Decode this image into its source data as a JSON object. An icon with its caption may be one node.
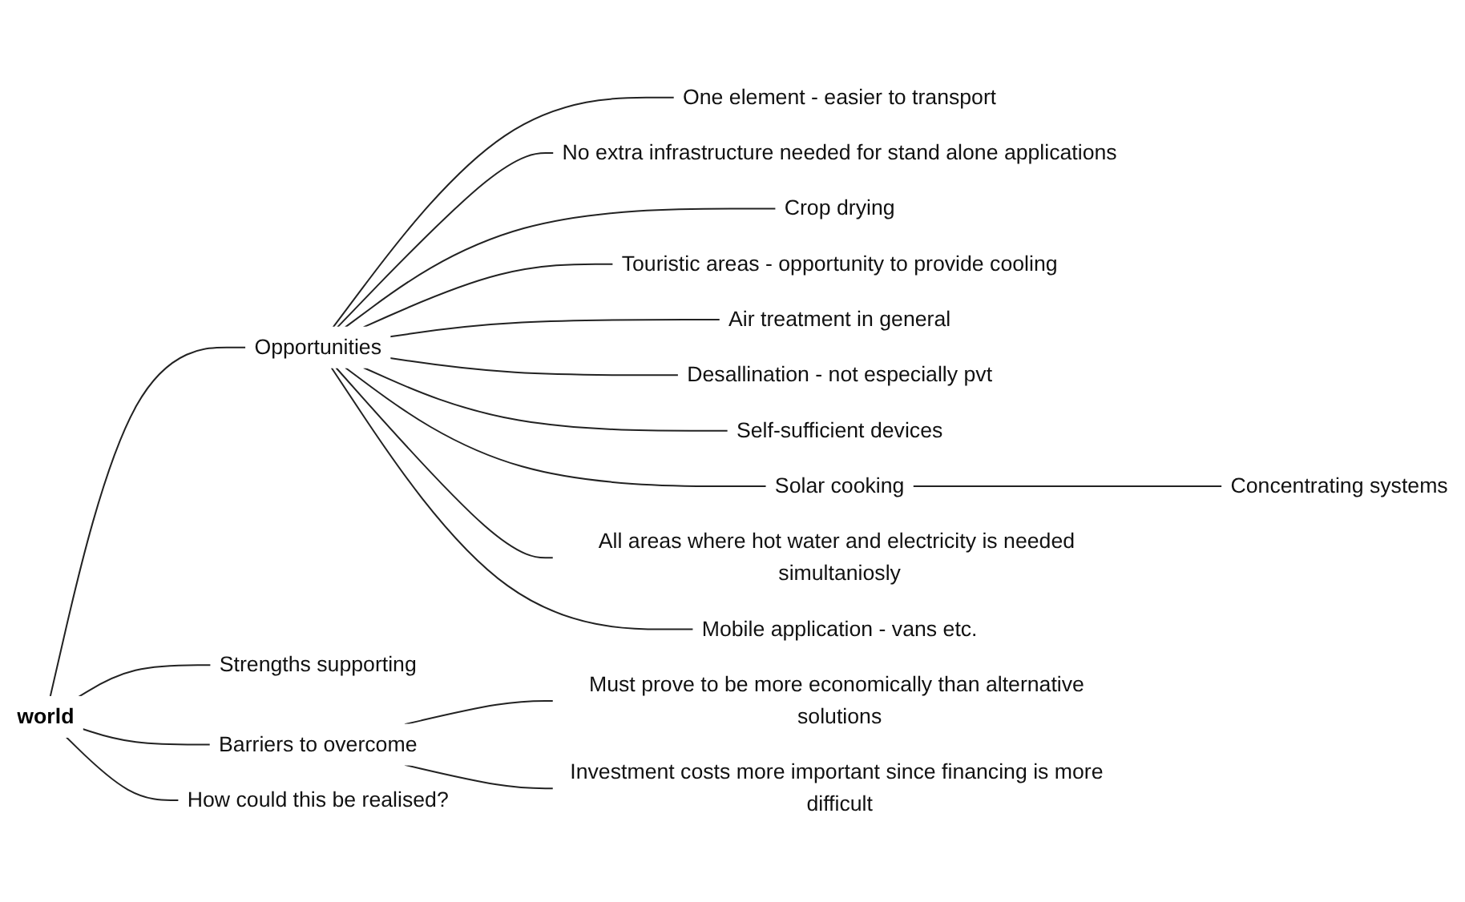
{
  "diagram": {
    "nodes": [
      {
        "text": [
          "world"
        ]
      },
      {
        "text": [
          "Opportunities"
        ]
      },
      {
        "text": [
          "One element - easier to transport"
        ]
      },
      {
        "text": [
          "No extra infrastructure needed for stand alone applications"
        ]
      },
      {
        "text": [
          "Crop drying"
        ]
      },
      {
        "text": [
          "Touristic areas - opportunity to provide cooling"
        ]
      },
      {
        "text": [
          "Air treatment in general"
        ]
      },
      {
        "text": [
          "Desallination - not especially pvt"
        ]
      },
      {
        "text": [
          "Self-sufficient devices"
        ]
      },
      {
        "text": [
          "Solar cooking"
        ]
      },
      {
        "text": [
          "Concentrating systems"
        ]
      },
      {
        "text": [
          "All areas where hot water and electricity is needed simultaniosly"
        ]
      },
      {
        "text": [
          "Mobile application - vans etc."
        ]
      },
      {
        "text": [
          "Strengths supporting"
        ]
      },
      {
        "text": [
          "Barriers to overcome"
        ]
      },
      {
        "text": [
          "Must prove to be more economically than alternative solutions"
        ]
      },
      {
        "text": [
          "Investment costs more important since financing is more difficult"
        ]
      },
      {
        "text": [
          "How could this be realised?"
        ]
      }
    ],
    "edges": [
      {
        "from": 0,
        "to": 1,
        "arrow": "none"
      },
      {
        "from": 1,
        "to": 2,
        "arrow": "none"
      },
      {
        "from": 1,
        "to": 3,
        "arrow": "none"
      },
      {
        "from": 1,
        "to": 4,
        "arrow": "none"
      },
      {
        "from": 1,
        "to": 5,
        "arrow": "none"
      },
      {
        "from": 1,
        "to": 6,
        "arrow": "none"
      },
      {
        "from": 1,
        "to": 7,
        "arrow": "none"
      },
      {
        "from": 1,
        "to": 8,
        "arrow": "none"
      },
      {
        "from": 1,
        "to": 9,
        "arrow": "none"
      },
      {
        "from": 9,
        "to": 10,
        "arrow": "none"
      },
      {
        "from": 1,
        "to": 11,
        "arrow": "none"
      },
      {
        "from": 1,
        "to": 12,
        "arrow": "none"
      },
      {
        "from": 0,
        "to": 13,
        "arrow": "none"
      },
      {
        "from": 0,
        "to": 14,
        "arrow": "none"
      },
      {
        "from": 14,
        "to": 15,
        "arrow": "none"
      },
      {
        "from": 14,
        "to": 16,
        "arrow": "none"
      },
      {
        "from": 0,
        "to": 17,
        "arrow": "none"
      }
    ]
  }
}
